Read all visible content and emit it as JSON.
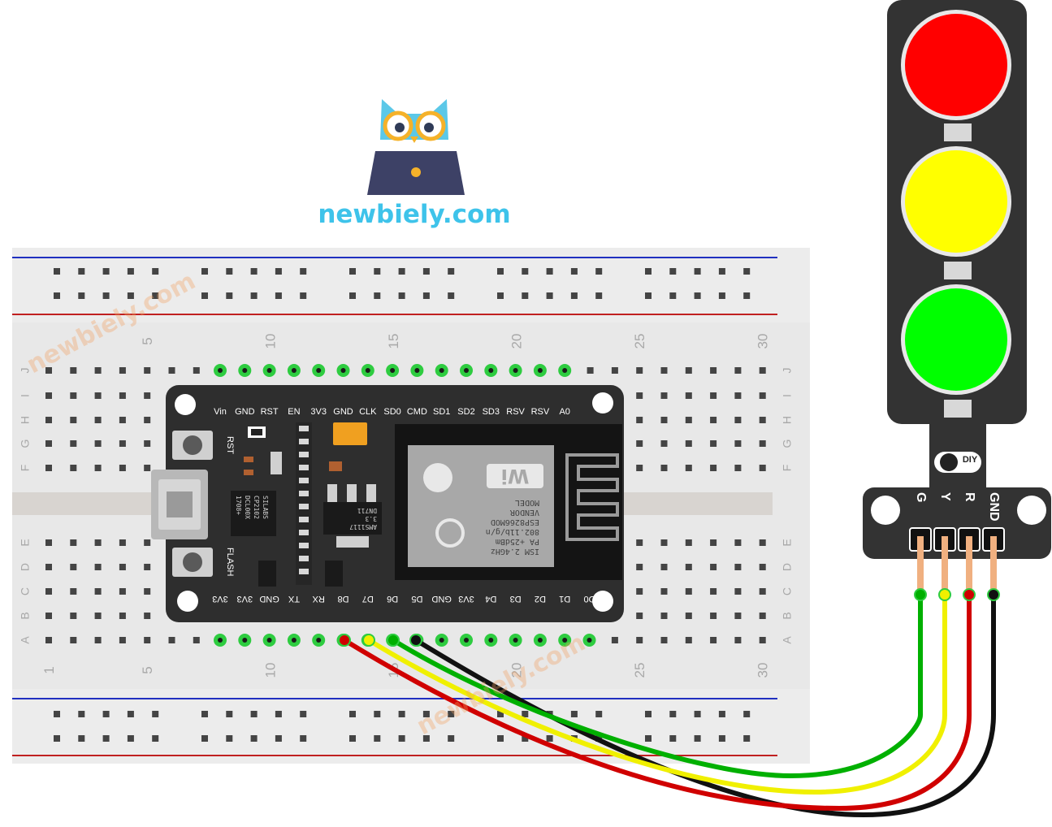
{
  "brand": {
    "text": "newbiely.com"
  },
  "watermark": "newbiely.com",
  "breadboard": {
    "column_numbers": [
      "1",
      "5",
      "10",
      "15",
      "20",
      "25",
      "30"
    ],
    "rows_top": [
      "J",
      "I",
      "H",
      "G",
      "F"
    ],
    "rows_bottom": [
      "E",
      "D",
      "C",
      "B",
      "A"
    ]
  },
  "board": {
    "top_pins": [
      "Vin",
      "GND",
      "RST",
      "EN",
      "3V3",
      "GND",
      "CLK",
      "SD0",
      "CMD",
      "SD1",
      "SD2",
      "SD3",
      "RSV",
      "RSV",
      "A0"
    ],
    "bottom_pins": [
      "3V3",
      "3V3",
      "GND",
      "TX",
      "RX",
      "D8",
      "D7",
      "D6",
      "D5",
      "GND",
      "3V3",
      "D4",
      "D3",
      "D2",
      "D1",
      "D0"
    ],
    "rst_label": "RST",
    "flash_label": "FLASH",
    "module_lines": [
      "ISM 2.4GHz",
      "PA +25dBm",
      "802.11b/g/n",
      "ESP8266MOD",
      "VENDOR",
      "MODEL"
    ],
    "usb_chip_lines": [
      "SILABS",
      "CP2102",
      "DCL00X",
      "1708+"
    ],
    "regulator_lines": [
      "AMS1117",
      "3.3",
      "DN711"
    ]
  },
  "traffic_light": {
    "pins": [
      "G",
      "Y",
      "R",
      "GND"
    ],
    "logo_text": "DIY",
    "colors": {
      "red": "#ff0000",
      "yellow": "#ffff00",
      "green": "#00ff00",
      "body": "#333333"
    }
  },
  "wires": {
    "colors": {
      "G": "#00b000",
      "Y": "#f0f000",
      "R": "#d00000",
      "GND": "#111111"
    }
  }
}
